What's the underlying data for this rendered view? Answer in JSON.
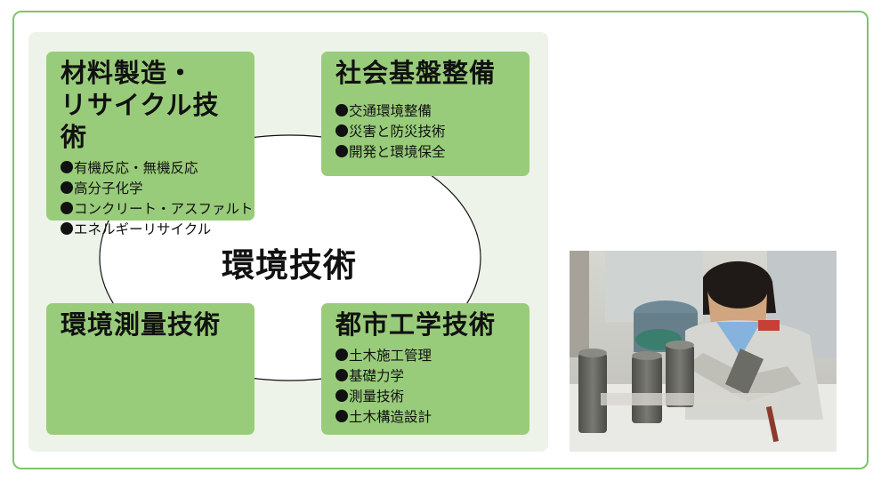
{
  "diagram": {
    "center_title": "環境技術",
    "boxes": [
      {
        "title": "材料製造・\nリサイクル技術",
        "items": [
          "有機反応・無機反応",
          "高分子化学",
          "コンクリート・アスファルト",
          "エネルギーリサイクル"
        ]
      },
      {
        "title": "社会基盤整備",
        "items": [
          "交通環境整備",
          "災害と防災技術",
          "開発と環境保全"
        ]
      },
      {
        "title": "環境測量技術",
        "items": []
      },
      {
        "title": "都市工学技術",
        "items": [
          "土木施工管理",
          "基礎力学",
          "測量技術",
          "土木構造設計"
        ]
      }
    ]
  },
  "colors": {
    "frame_border": "#7fc466",
    "panel_background": "#eef3ea",
    "box_fill": "#99cc7a",
    "text": "#111111"
  }
}
